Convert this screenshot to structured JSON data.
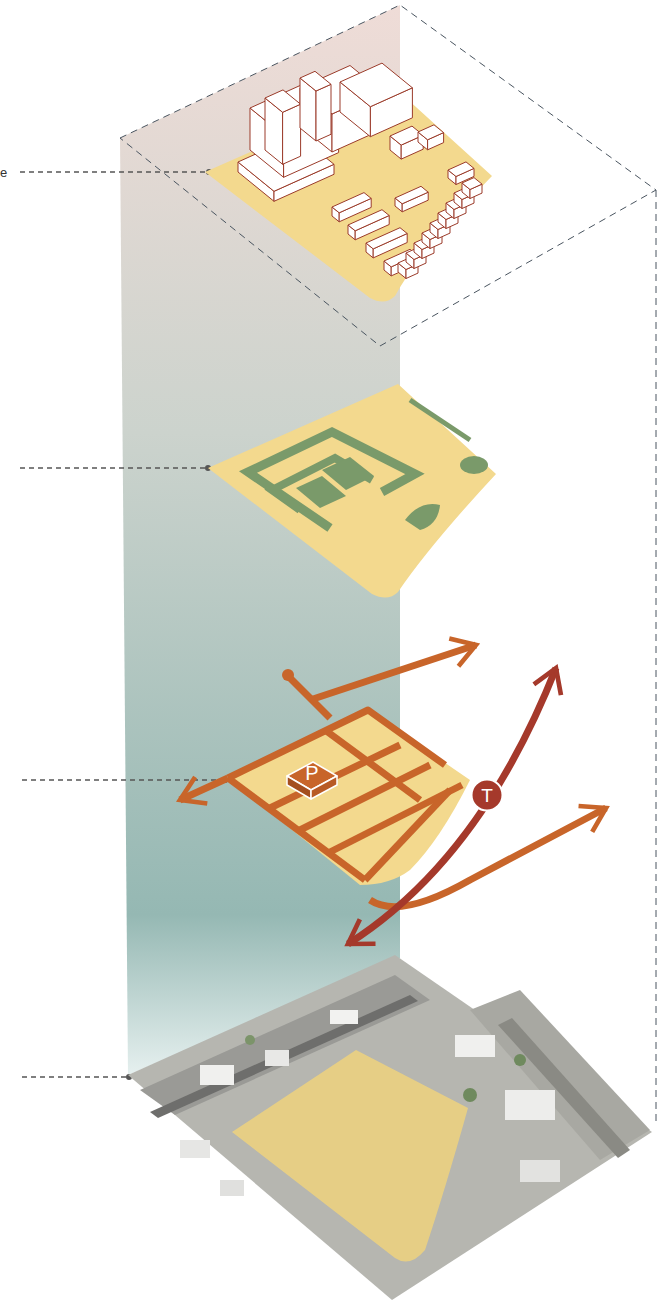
{
  "diagram": {
    "nodes": [
      {
        "text": [
          "P"
        ]
      },
      {
        "text": [
          "T"
        ]
      }
    ],
    "labels": [
      "e"
    ]
  }
}
